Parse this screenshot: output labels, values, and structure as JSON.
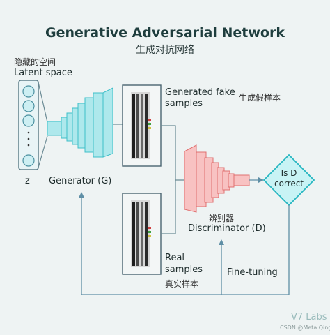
{
  "title": "Generative Adversarial Network",
  "subtitle": "生成对抗网络",
  "latent": {
    "label_cn": "隐藏的空间",
    "label_en": "Latent space",
    "z_label": "z"
  },
  "generator": {
    "label": "Generator (G)"
  },
  "generated": {
    "label_en_1": "Generated fake",
    "label_en_2": "samples",
    "label_cn": "生成假样本"
  },
  "real": {
    "label_en_1": "Real",
    "label_en_2": "samples",
    "label_cn": "真实样本"
  },
  "discriminator": {
    "label_cn": "辨别器",
    "label_en": "Discriminator (D)"
  },
  "decision": {
    "line1": "Is D",
    "line2": "correct"
  },
  "feedback": {
    "label": "Fine-tuning"
  },
  "watermark": {
    "brand": "V7 Labs",
    "credit": "CSDN @Meta.Qing"
  },
  "colors": {
    "generator_fill": "#aee8ec",
    "generator_stroke": "#3fbfc9",
    "discriminator_fill": "#f8c2c2",
    "discriminator_stroke": "#e07070",
    "decision_fill": "#c8f3f5",
    "decision_stroke": "#24b5c0",
    "arrow": "#5f8fa6"
  }
}
